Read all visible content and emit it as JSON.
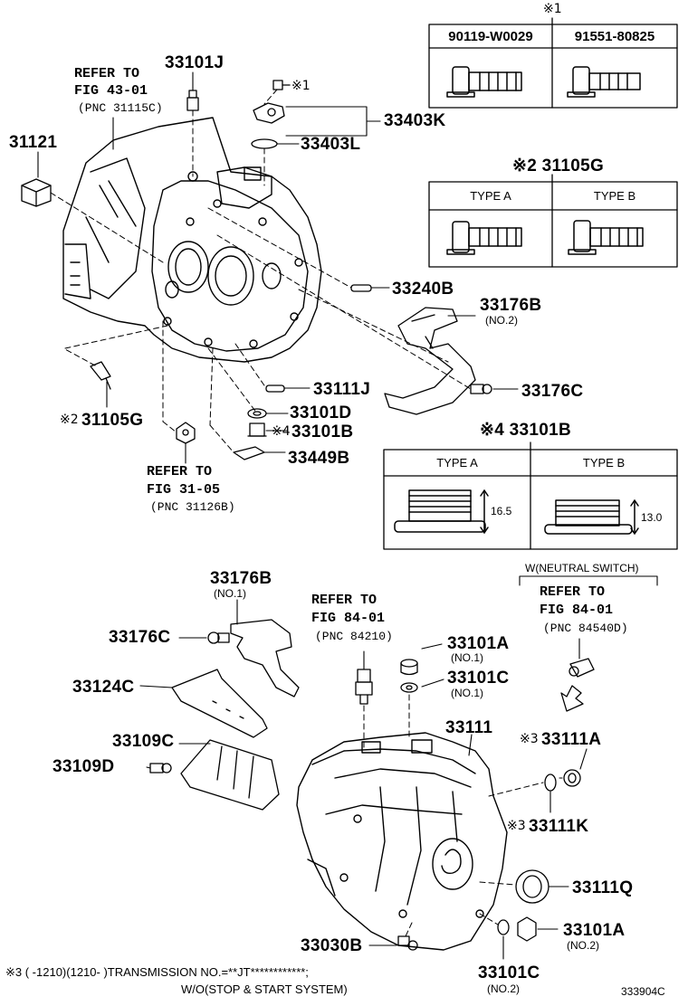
{
  "tables": {
    "bolt_table": {
      "mark": "※1",
      "col1": "90119-W0029",
      "col2": "91551-80825"
    },
    "type_table_1": {
      "title": "※2 31105G",
      "col1": "TYPE A",
      "col2": "TYPE B"
    },
    "type_table_2": {
      "title": "※4 33101B",
      "col1": "TYPE A",
      "col2": "TYPE B",
      "dim_a": "16.5",
      "dim_b": "13.0"
    }
  },
  "upper": {
    "p33101J": "33101J",
    "ref_43": {
      "line1": "REFER TO",
      "line2": "FIG 43-01",
      "line3": "(PNC 31115C)"
    },
    "p31121": "31121",
    "mark1": "※1",
    "p33403K": "33403K",
    "p33403L": "33403L",
    "p33240B": "33240B",
    "p33176B": "33176B",
    "p33176B_sub": "(NO.2)",
    "p33176C": "33176C",
    "p33111J": "33111J",
    "p33101D": "33101D",
    "p33101B": "33101B",
    "mark4": "※4",
    "p33449B": "33449B",
    "p31105G": "31105G",
    "mark2": "※2",
    "ref_31": {
      "line1": "REFER TO",
      "line2": "FIG 31-05",
      "line3": "(PNC 31126B)"
    }
  },
  "lower": {
    "p33176B": "33176B",
    "p33176B_sub": "(NO.1)",
    "p33176C": "33176C",
    "p33124C": "33124C",
    "p33109C": "33109C",
    "p33109D": "33109D",
    "ref_84a": {
      "line1": "REFER TO",
      "line2": "FIG 84-01",
      "line3": "(PNC 84210)"
    },
    "p33101A_1": "33101A",
    "p33101A_1_sub": "(NO.1)",
    "p33101C_1": "33101C",
    "p33101C_1_sub": "(NO.1)",
    "p33111": "33111",
    "neutral": "W(NEUTRAL SWITCH)",
    "ref_84b": {
      "line1": "REFER TO",
      "line2": "FIG 84-01",
      "line3": "(PNC 84540D)"
    },
    "p33111A": "33111A",
    "mark3a": "※3",
    "p33111K": "33111K",
    "mark3b": "※3",
    "p33111Q": "33111Q",
    "p33030B": "33030B",
    "p33101A_2": "33101A",
    "p33101A_2_sub": "(NO.2)",
    "p33101C_2": "33101C",
    "p33101C_2_sub": "(NO.2)"
  },
  "footer": {
    "note_line1": "※3 (      -1210)(1210-       )TRANSMISSION NO.=**JT************;",
    "note_line2": "W/O(STOP & START SYSTEM)",
    "code": "333904C"
  }
}
